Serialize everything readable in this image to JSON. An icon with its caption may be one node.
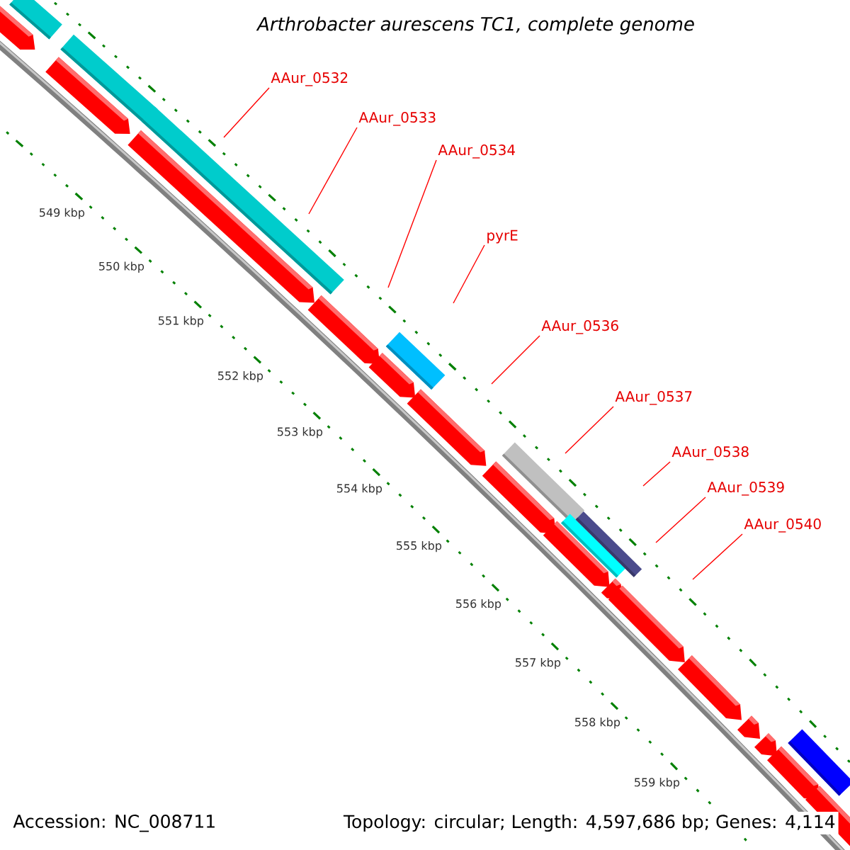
{
  "diagram": {
    "title": "Arthrobacter aurescens TC1, complete genome",
    "nodes": [
      {
        "text": [
          "AAur_0532"
        ]
      },
      {
        "text": [
          "AAur_0533"
        ]
      },
      {
        "text": [
          "AAur_0534"
        ]
      },
      {
        "text": [
          "pyrE"
        ]
      },
      {
        "text": [
          "AAur_0536"
        ]
      },
      {
        "text": [
          "AAur_0537"
        ]
      },
      {
        "text": [
          "AAur_0538"
        ]
      },
      {
        "text": [
          "AAur_0539"
        ]
      },
      {
        "text": [
          "AAur_0540"
        ]
      }
    ],
    "edges": [
      {
        "from": 0,
        "to": null,
        "arrow": "none"
      },
      {
        "from": 1,
        "to": null,
        "arrow": "none"
      },
      {
        "from": 2,
        "to": null,
        "arrow": "none"
      },
      {
        "from": 3,
        "to": null,
        "arrow": "none"
      },
      {
        "from": 4,
        "to": null,
        "arrow": "none"
      },
      {
        "from": 5,
        "to": null,
        "arrow": "none"
      },
      {
        "from": 6,
        "to": null,
        "arrow": "none"
      },
      {
        "from": 7,
        "to": null,
        "arrow": "none"
      },
      {
        "from": 8,
        "to": null,
        "arrow": "none"
      }
    ],
    "labels": [
      "549 kbp",
      "550 kbp",
      "551 kbp",
      "552 kbp",
      "553 kbp",
      "554 kbp",
      "555 kbp",
      "556 kbp",
      "557 kbp",
      "558 kbp",
      "559 kbp",
      "Accession: NC_008711",
      "Topology: circular; Length: 4,597,686 bp; Genes: 4,114"
    ]
  }
}
